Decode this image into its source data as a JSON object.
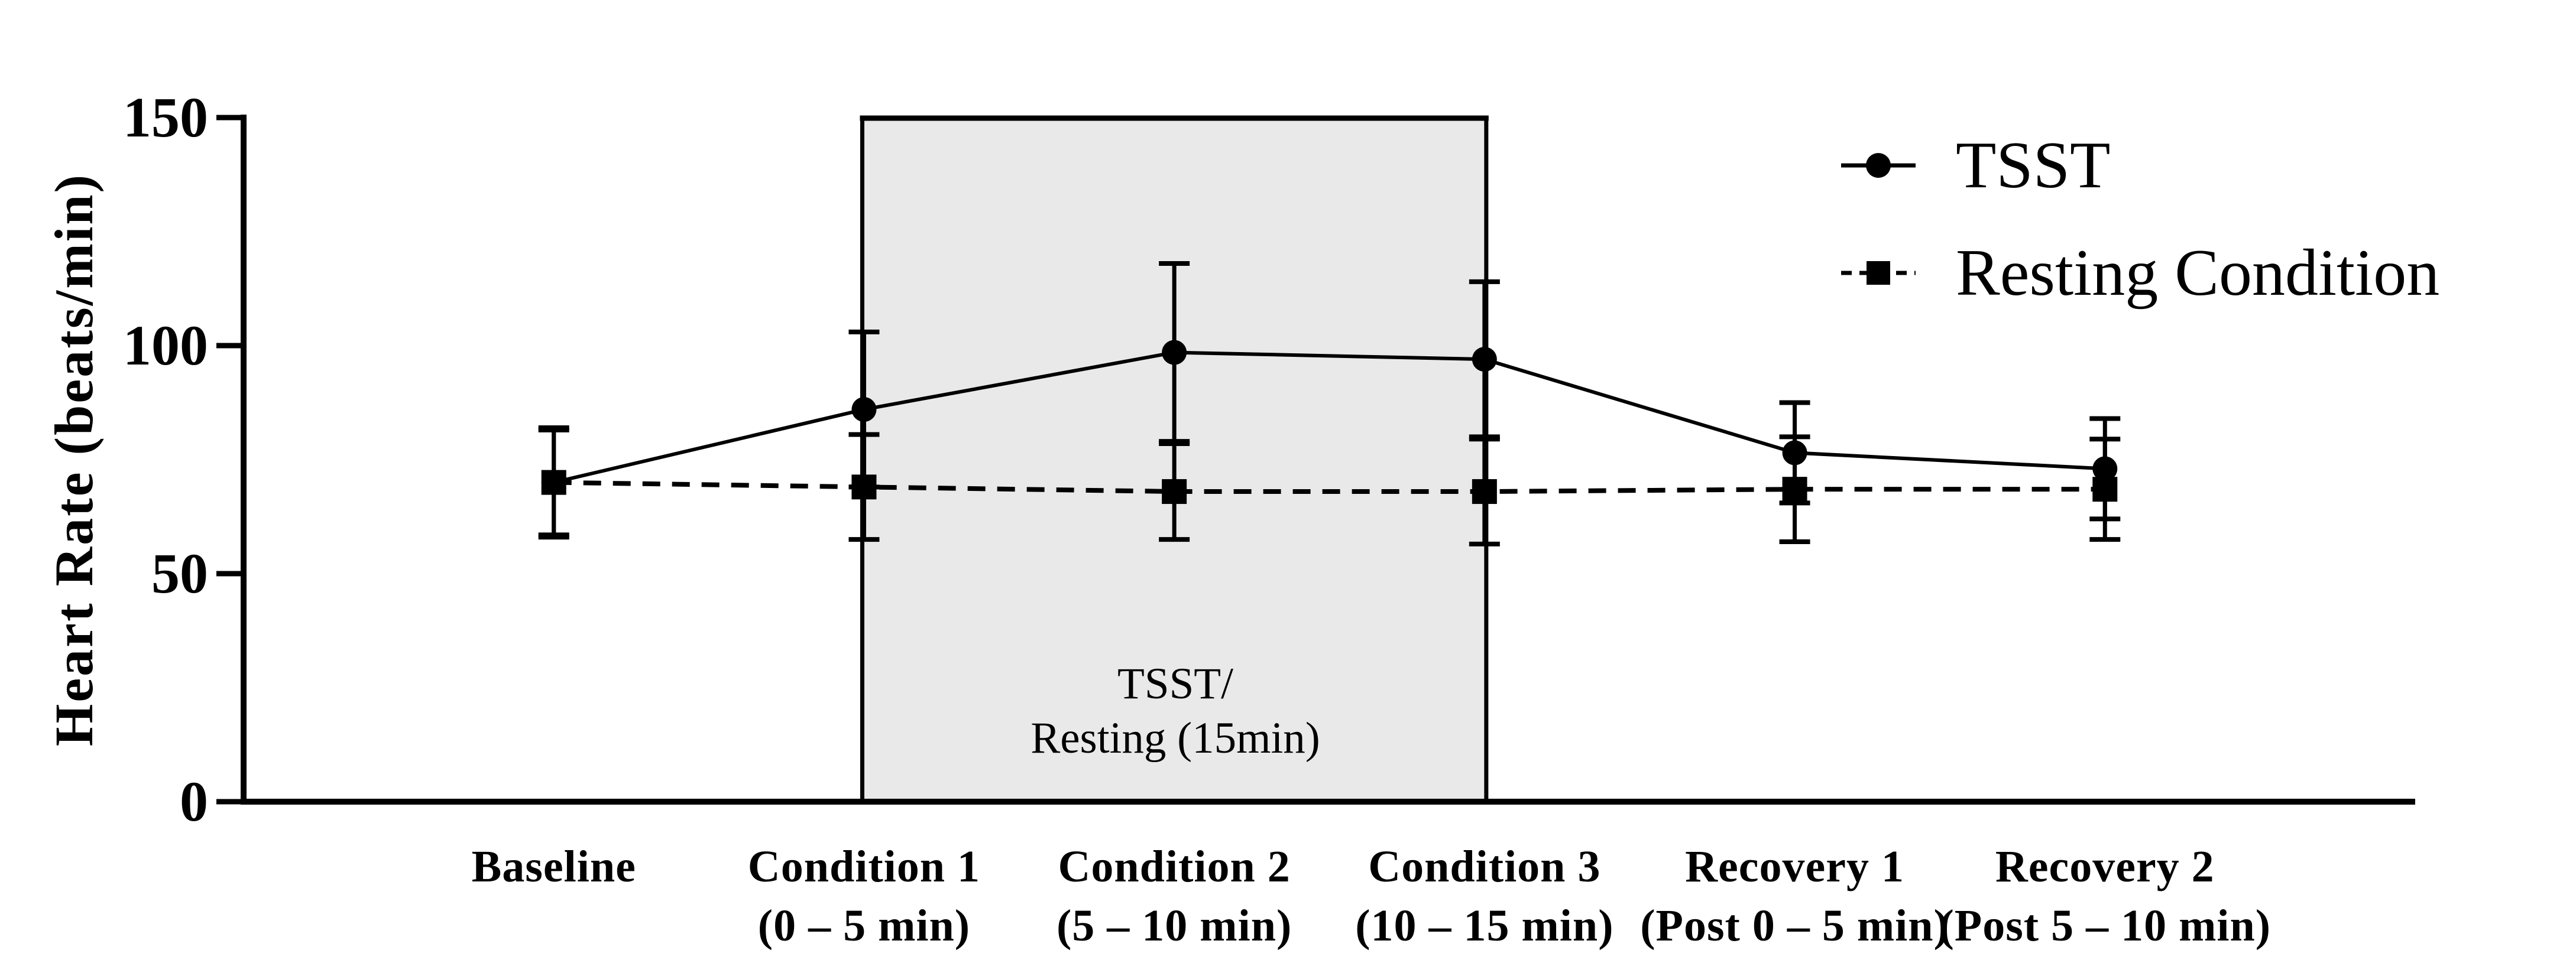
{
  "colors": {
    "ink": "#000000",
    "background": "#ffffff",
    "shaded_fill": "#e9e9e9"
  },
  "y_axis": {
    "title": "Heart Rate (beats/min)",
    "tick_labels": [
      "0",
      "50",
      "100",
      "150"
    ]
  },
  "legend": {
    "items": [
      {
        "label": "TSST",
        "marker": "circle-icon",
        "line": "solid"
      },
      {
        "label": "Resting Condition",
        "marker": "square-icon",
        "line": "dashed"
      }
    ]
  },
  "chart_data": {
    "type": "line",
    "categories": [
      "Baseline",
      "Condition 1",
      "Condition 2",
      "Condition 3",
      "Recovery 1",
      "Recovery 2"
    ],
    "category_sublabels": [
      "",
      "(0 – 5 min)",
      "(5 – 10 min)",
      "(10 – 15 min)",
      "(Post 0 – 5 min)",
      "(Post 5 – 10 min)"
    ],
    "series": [
      {
        "name": "TSST",
        "marker": "circle",
        "line_style": "solid",
        "values": [
          70,
          86,
          98.5,
          97,
          76.5,
          73
        ],
        "errors": [
          11.5,
          17,
          19.5,
          17,
          11,
          11
        ]
      },
      {
        "name": "Resting Condition",
        "marker": "square",
        "line_style": "dashed",
        "values": [
          70,
          69,
          68,
          68,
          68.5,
          68.5
        ],
        "errors": [
          12,
          11.5,
          10.5,
          11.5,
          11.5,
          11
        ]
      }
    ],
    "title": "",
    "xlabel": "",
    "ylabel": "Heart Rate (beats/min)",
    "ylim": [
      0,
      150
    ],
    "yticks": [
      0,
      50,
      100,
      150
    ],
    "grid": false,
    "legend_position": "top-right",
    "shaded_region": {
      "from": "Condition 1",
      "to": "Condition 3",
      "label_lines": [
        "TSST/",
        "Resting (15min)"
      ],
      "fill": "#e9e9e9"
    }
  }
}
